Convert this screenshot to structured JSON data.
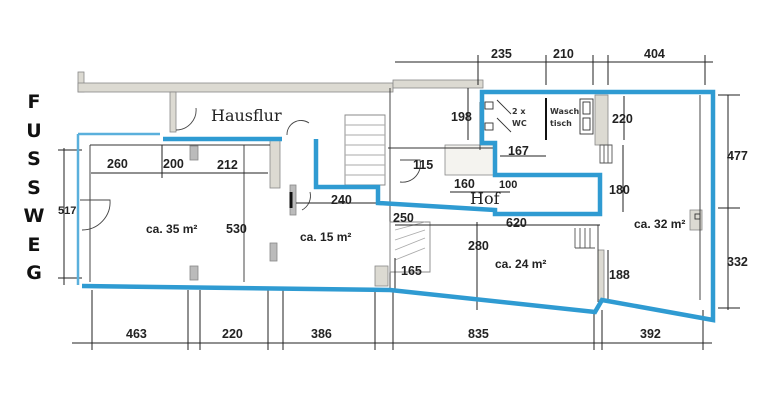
{
  "street_label": {
    "letters": [
      "F",
      "U",
      "S",
      "S",
      "W",
      "E",
      "G"
    ],
    "text": "FUSSWEG"
  },
  "labels": {
    "hallway": "Hausflur",
    "courtyard": "Hof",
    "wc": [
      "2 x",
      "WC"
    ],
    "washbasin": [
      "Wasch",
      "tisch"
    ]
  },
  "rooms": [
    {
      "id": "room-1",
      "area": "ca. 35 m²"
    },
    {
      "id": "room-2",
      "area": "ca. 15 m²"
    },
    {
      "id": "room-3",
      "area": "ca. 24 m²"
    },
    {
      "id": "room-4",
      "area": "ca. 32 m²"
    }
  ],
  "dimensions": {
    "top": [
      "235",
      "210",
      "404"
    ],
    "bottom": [
      "463",
      "220",
      "386",
      "835",
      "392"
    ],
    "interior": {
      "d260": "260",
      "d200": "200",
      "d212": "212",
      "d517": "517",
      "d530": "530",
      "d240": "240",
      "d250": "250",
      "d115": "115",
      "d198": "198",
      "d167": "167",
      "d160": "160",
      "d100": "100",
      "d220": "220",
      "d180": "180",
      "d620": "620",
      "d280": "280",
      "d165": "165",
      "d188": "188"
    },
    "right": [
      "477",
      "332"
    ]
  },
  "colors": {
    "outline": "#2f9bd2",
    "wall": "#dcdad2",
    "line": "#222222"
  }
}
